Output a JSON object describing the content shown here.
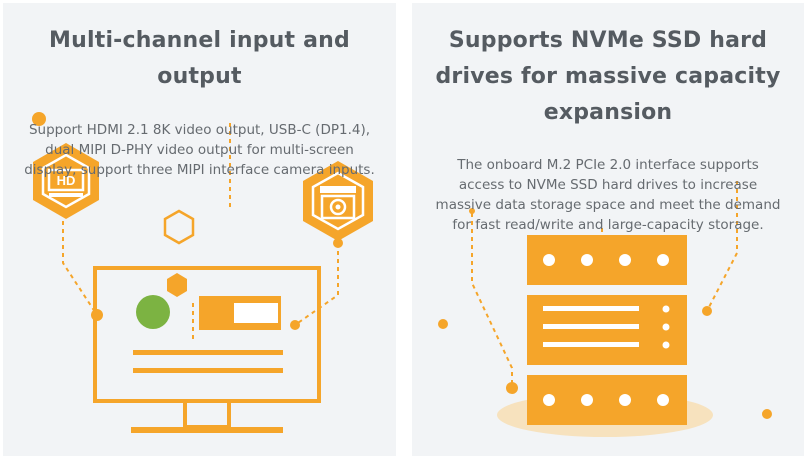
{
  "left_card": {
    "title": "Multi-channel input and output",
    "description": "Support HDMI 2.1 8K video output, USB-C (DP1.4), dual MIPI D-PHY video output for multi-screen display, support three MIPI interface camera inputs.",
    "hd_label": "HD"
  },
  "right_card": {
    "title": "Supports NVMe SSD hard drives for massive capacity expansion",
    "description": "The onboard M.2 PCIe 2.0 interface supports access to NVMe SSD hard drives to increase massive data storage space and meet the demand for fast read/write and large-capacity storage."
  },
  "colors": {
    "accent": "#f5a52a",
    "accent_dark": "#e8941a",
    "green": "#7cb342",
    "card_bg": "#f2f4f6",
    "title": "#555b61",
    "text": "#666b70"
  },
  "icons": [
    "hd-display-icon",
    "camera-icon",
    "monitor-icon",
    "server-rack-icon",
    "hexagon-icon"
  ]
}
